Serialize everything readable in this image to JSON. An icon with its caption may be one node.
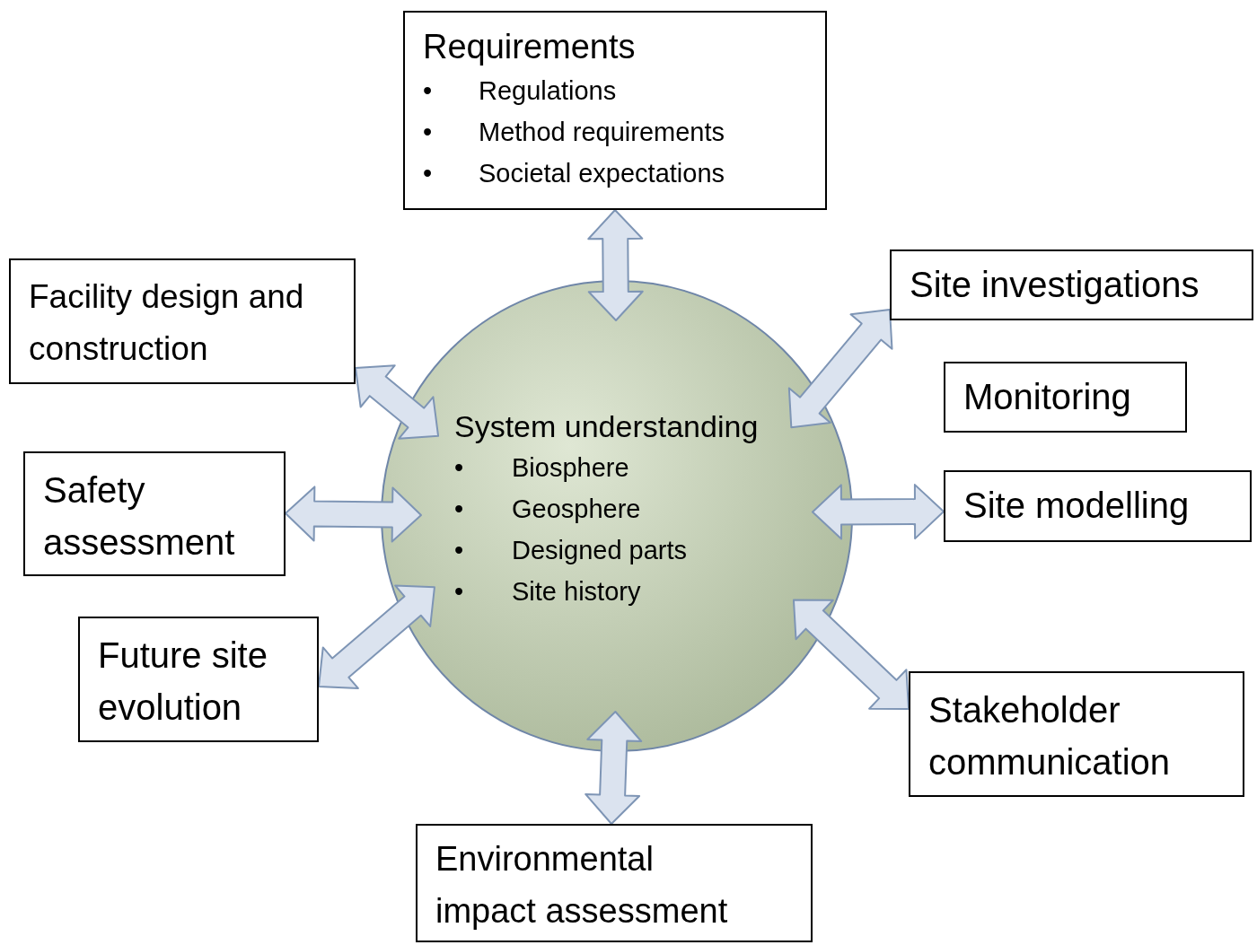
{
  "diagram": {
    "nodes": [
      {
        "text": [
          "Requirements",
          "• Regulations",
          "• Method requirements",
          "• Societal expectations"
        ]
      },
      {
        "text": [
          "Facility design and construction"
        ]
      },
      {
        "text": [
          "Site investigations"
        ]
      },
      {
        "text": [
          "Monitoring"
        ]
      },
      {
        "text": [
          "System understanding",
          "• Biosphere",
          "• Geosphere",
          "• Designed parts",
          "• Site history"
        ]
      },
      {
        "text": [
          "Safety assessment"
        ]
      },
      {
        "text": [
          "Site modelling"
        ]
      },
      {
        "text": [
          "Future site evolution"
        ]
      },
      {
        "text": [
          "Stakeholder communication"
        ]
      },
      {
        "text": [
          "Environmental impact assessment"
        ]
      }
    ],
    "edges": [
      {
        "from": 4,
        "to": 0,
        "arrow": "both",
        "style": "thick"
      },
      {
        "from": 4,
        "to": 1,
        "arrow": "both",
        "style": "thick"
      },
      {
        "from": 4,
        "to": 2,
        "arrow": "both",
        "style": "thick"
      },
      {
        "from": 4,
        "to": 5,
        "arrow": "both",
        "style": "thick"
      },
      {
        "from": 4,
        "to": 6,
        "arrow": "both",
        "style": "thick"
      },
      {
        "from": 4,
        "to": 7,
        "arrow": "both",
        "style": "thick"
      },
      {
        "from": 4,
        "to": 9,
        "arrow": "both",
        "style": "thick"
      },
      {
        "from": 4,
        "to": 8,
        "arrow": "both",
        "style": "thick"
      }
    ]
  }
}
